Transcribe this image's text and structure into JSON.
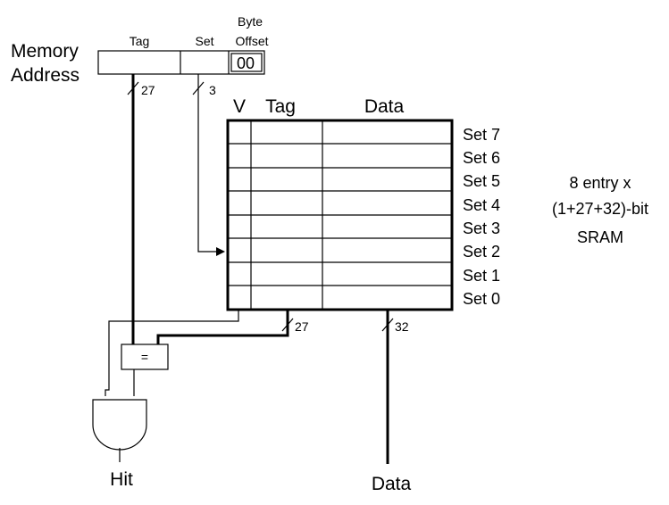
{
  "address": {
    "title_line1": "Memory",
    "title_line2": "Address",
    "fields": {
      "tag": "Tag",
      "set": "Set",
      "byte_offset_line1": "Byte",
      "byte_offset_line2": "Offset"
    },
    "offset_value": "00"
  },
  "widths": {
    "tag_bits": "27",
    "set_bits": "3",
    "tag_out_bits": "27",
    "data_out_bits": "32"
  },
  "sram": {
    "columns": {
      "valid": "V",
      "tag": "Tag",
      "data": "Data"
    },
    "rows": [
      "Set 7",
      "Set 6",
      "Set 5",
      "Set 4",
      "Set 3",
      "Set 2",
      "Set 1",
      "Set 0"
    ],
    "description_line1": "8 entry x",
    "description_line2": "(1+27+32)-bit",
    "description_line3": "SRAM"
  },
  "comparator_symbol": "=",
  "outputs": {
    "hit": "Hit",
    "data": "Data"
  }
}
